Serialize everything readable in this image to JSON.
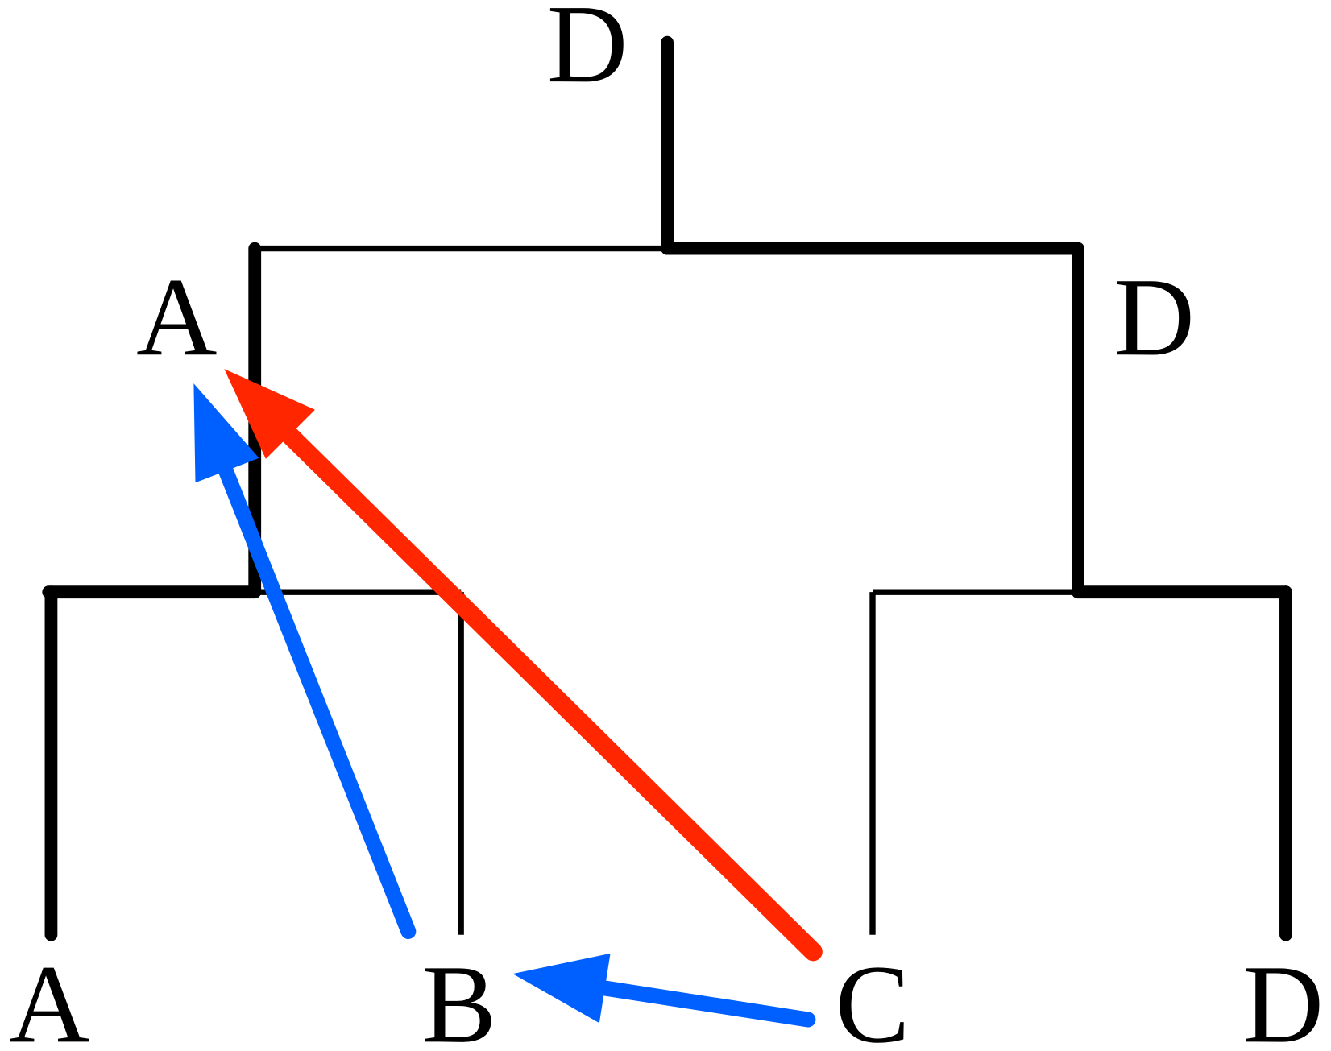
{
  "labels": {
    "root": "D",
    "left_internal": "A",
    "right_internal": "D",
    "leaf_1": "A",
    "leaf_2": "B",
    "leaf_3": "C",
    "leaf_4": "D"
  },
  "colors": {
    "tree": "#000000",
    "red_arrow": "#ff2600",
    "blue_arrow": "#005fff"
  }
}
